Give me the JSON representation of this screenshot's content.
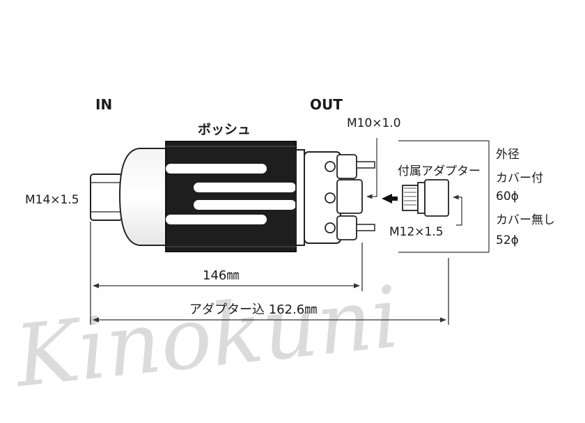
{
  "labels": {
    "in": "IN",
    "out": "OUT",
    "bosch": "ボッシュ",
    "m14": "M14×1.5",
    "m10": "M10×1.0",
    "adapter": "付属アダプター",
    "m12": "M12×1.5",
    "length_pump": "146㎜",
    "length_total": "アダプター込 162.6㎜"
  },
  "diameter": {
    "title": "外径",
    "with_cover": "カバー付",
    "with_cover_value": "60ϕ",
    "without_cover": "カバー無し",
    "without_cover_value": "52ϕ"
  },
  "watermark": "Kinokuni",
  "colors": {
    "body_dark": "#1e1e1e",
    "metal": "#ffffff",
    "line": "#222222",
    "watermark": "#d8d8d8"
  }
}
